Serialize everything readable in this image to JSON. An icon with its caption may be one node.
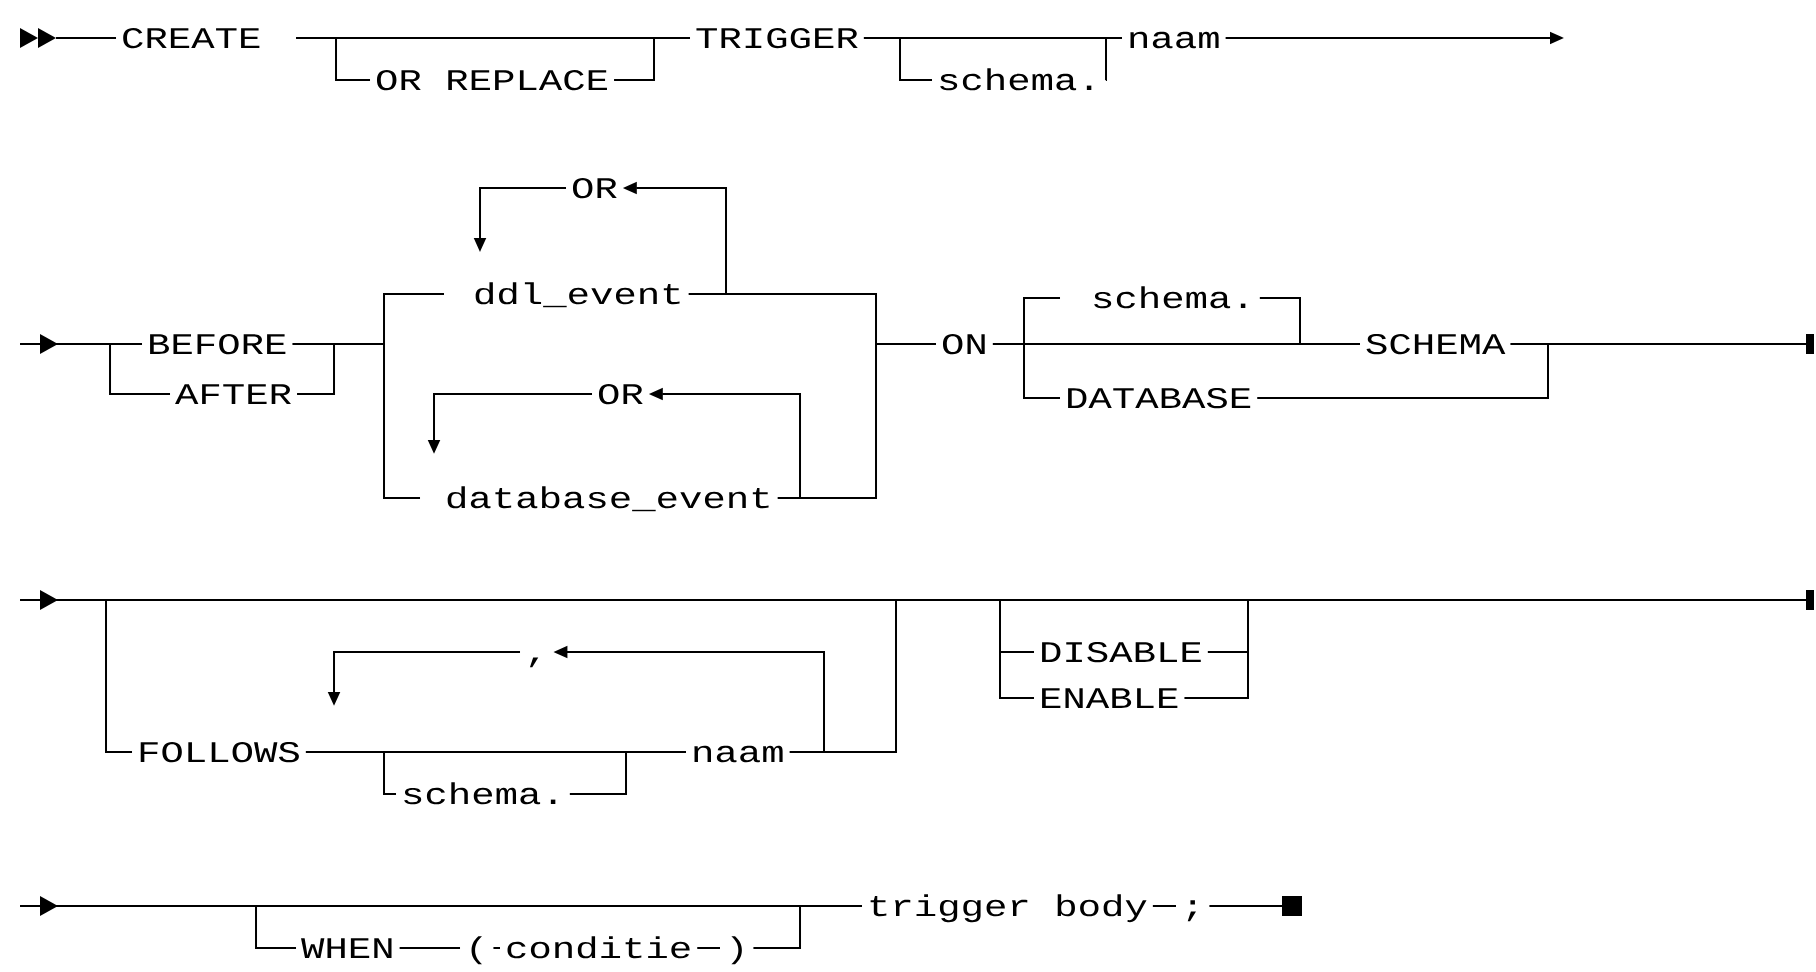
{
  "diagram": {
    "labels": [
      "CREATE",
      "OR REPLACE",
      "TRIGGER",
      "schema.",
      "naam",
      "OR",
      "BEFORE",
      "ddl_event",
      "AFTER",
      "OR",
      "database_event",
      "ON",
      "schema.",
      "SCHEMA",
      "DATABASE",
      ",",
      "FOLLOWS",
      "naam",
      "schema.",
      "DISABLE",
      "ENABLE",
      "WHEN",
      "(",
      "conditie",
      ")",
      "trigger body",
      ";"
    ]
  }
}
